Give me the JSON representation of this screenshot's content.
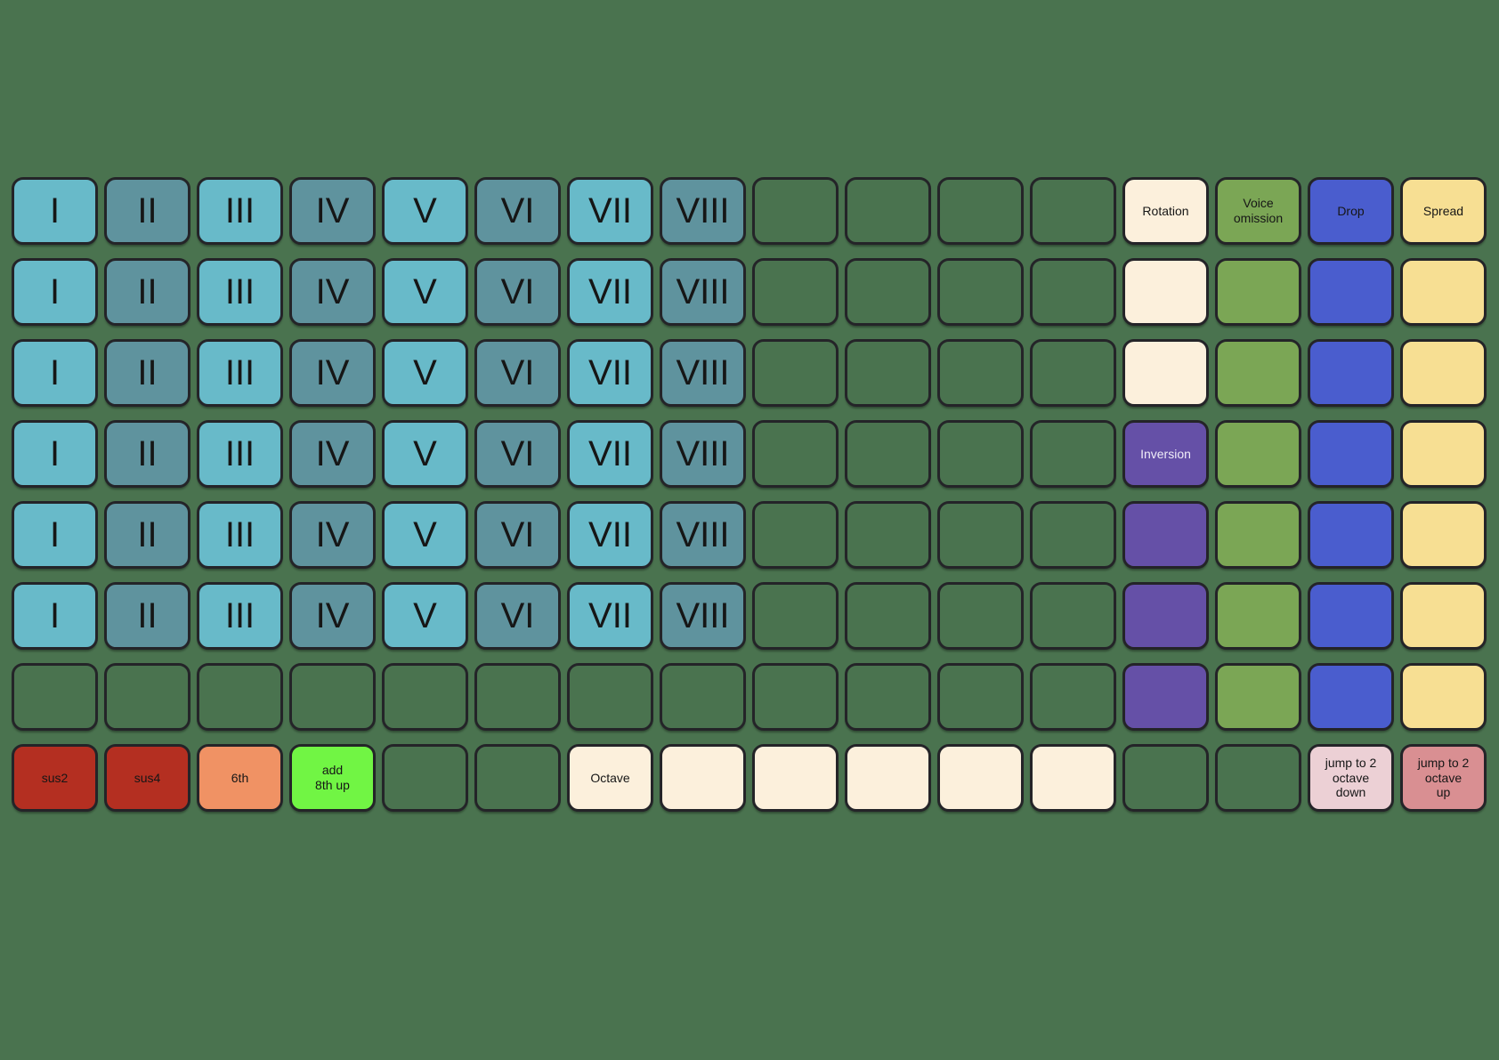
{
  "app": {
    "description": "pad-grid-controller-layout",
    "background_color": "#4a734f",
    "pad_border_color": "#242428",
    "pad_shadow_color": "rgba(0,0,0,0.35)",
    "text_dark": "#161616",
    "text_light": "#f0edf8"
  },
  "colors": {
    "teal_light": "#68bac9",
    "teal_dark": "#5f939e",
    "cream": "#fcf0dc",
    "green": "#7ba655",
    "blue": "#4a5dce",
    "yellow": "#f7df93",
    "purple": "#6550a7",
    "red": "#b42f21",
    "salmon": "#f09264",
    "lime": "#71f544",
    "pink_light": "#ecd0d5",
    "rose": "#d98f92",
    "empty": "transparent"
  },
  "labels": {
    "degree_1": "I",
    "degree_2": "II",
    "degree_3": "III",
    "degree_4": "IV",
    "degree_5": "V",
    "degree_6": "VI",
    "degree_7": "VII",
    "degree_8": "VIII",
    "rotation": "Rotation",
    "voice_omission": "Voice\nomission",
    "drop": "Drop",
    "spread": "Spread",
    "inversion": "Inversion",
    "sus2": "sus2",
    "sus4": "sus4",
    "sixth": "6th",
    "add_8th_up": "add\n8th up",
    "octave": "Octave",
    "jump_2_octave_down": "jump to 2\noctave\ndown",
    "jump_2_octave_up": "jump to 2\noctave\nup"
  },
  "grid": {
    "columns": 16,
    "row_count": 8,
    "rows": [
      [
        {
          "label": "I",
          "color": "teal_light",
          "size": "large"
        },
        {
          "label": "II",
          "color": "teal_dark",
          "size": "large"
        },
        {
          "label": "III",
          "color": "teal_light",
          "size": "large"
        },
        {
          "label": "IV",
          "color": "teal_dark",
          "size": "large"
        },
        {
          "label": "V",
          "color": "teal_light",
          "size": "large"
        },
        {
          "label": "VI",
          "color": "teal_dark",
          "size": "large"
        },
        {
          "label": "VII",
          "color": "teal_light",
          "size": "large"
        },
        {
          "label": "VIII",
          "color": "teal_dark",
          "size": "large"
        },
        {
          "label": "",
          "color": "empty"
        },
        {
          "label": "",
          "color": "empty"
        },
        {
          "label": "",
          "color": "empty"
        },
        {
          "label": "",
          "color": "empty"
        },
        {
          "label": "Rotation",
          "color": "cream",
          "size": "small"
        },
        {
          "label": "Voice\nomission",
          "color": "green",
          "size": "small"
        },
        {
          "label": "Drop",
          "color": "blue",
          "size": "small"
        },
        {
          "label": "Spread",
          "color": "yellow",
          "size": "small"
        }
      ],
      [
        {
          "label": "I",
          "color": "teal_light",
          "size": "large"
        },
        {
          "label": "II",
          "color": "teal_dark",
          "size": "large"
        },
        {
          "label": "III",
          "color": "teal_light",
          "size": "large"
        },
        {
          "label": "IV",
          "color": "teal_dark",
          "size": "large"
        },
        {
          "label": "V",
          "color": "teal_light",
          "size": "large"
        },
        {
          "label": "VI",
          "color": "teal_dark",
          "size": "large"
        },
        {
          "label": "VII",
          "color": "teal_light",
          "size": "large"
        },
        {
          "label": "VIII",
          "color": "teal_dark",
          "size": "large"
        },
        {
          "label": "",
          "color": "empty"
        },
        {
          "label": "",
          "color": "empty"
        },
        {
          "label": "",
          "color": "empty"
        },
        {
          "label": "",
          "color": "empty"
        },
        {
          "label": "",
          "color": "cream"
        },
        {
          "label": "",
          "color": "green"
        },
        {
          "label": "",
          "color": "blue"
        },
        {
          "label": "",
          "color": "yellow"
        }
      ],
      [
        {
          "label": "I",
          "color": "teal_light",
          "size": "large"
        },
        {
          "label": "II",
          "color": "teal_dark",
          "size": "large"
        },
        {
          "label": "III",
          "color": "teal_light",
          "size": "large"
        },
        {
          "label": "IV",
          "color": "teal_dark",
          "size": "large"
        },
        {
          "label": "V",
          "color": "teal_light",
          "size": "large"
        },
        {
          "label": "VI",
          "color": "teal_dark",
          "size": "large"
        },
        {
          "label": "VII",
          "color": "teal_light",
          "size": "large"
        },
        {
          "label": "VIII",
          "color": "teal_dark",
          "size": "large"
        },
        {
          "label": "",
          "color": "empty"
        },
        {
          "label": "",
          "color": "empty"
        },
        {
          "label": "",
          "color": "empty"
        },
        {
          "label": "",
          "color": "empty"
        },
        {
          "label": "",
          "color": "cream"
        },
        {
          "label": "",
          "color": "green"
        },
        {
          "label": "",
          "color": "blue"
        },
        {
          "label": "",
          "color": "yellow"
        }
      ],
      [
        {
          "label": "I",
          "color": "teal_light",
          "size": "large"
        },
        {
          "label": "II",
          "color": "teal_dark",
          "size": "large"
        },
        {
          "label": "III",
          "color": "teal_light",
          "size": "large"
        },
        {
          "label": "IV",
          "color": "teal_dark",
          "size": "large"
        },
        {
          "label": "V",
          "color": "teal_light",
          "size": "large"
        },
        {
          "label": "VI",
          "color": "teal_dark",
          "size": "large"
        },
        {
          "label": "VII",
          "color": "teal_light",
          "size": "large"
        },
        {
          "label": "VIII",
          "color": "teal_dark",
          "size": "large"
        },
        {
          "label": "",
          "color": "empty"
        },
        {
          "label": "",
          "color": "empty"
        },
        {
          "label": "",
          "color": "empty"
        },
        {
          "label": "",
          "color": "empty"
        },
        {
          "label": "Inversion",
          "color": "purple",
          "size": "small",
          "text": "light"
        },
        {
          "label": "",
          "color": "green"
        },
        {
          "label": "",
          "color": "blue"
        },
        {
          "label": "",
          "color": "yellow"
        }
      ],
      [
        {
          "label": "I",
          "color": "teal_light",
          "size": "large"
        },
        {
          "label": "II",
          "color": "teal_dark",
          "size": "large"
        },
        {
          "label": "III",
          "color": "teal_light",
          "size": "large"
        },
        {
          "label": "IV",
          "color": "teal_dark",
          "size": "large"
        },
        {
          "label": "V",
          "color": "teal_light",
          "size": "large"
        },
        {
          "label": "VI",
          "color": "teal_dark",
          "size": "large"
        },
        {
          "label": "VII",
          "color": "teal_light",
          "size": "large"
        },
        {
          "label": "VIII",
          "color": "teal_dark",
          "size": "large"
        },
        {
          "label": "",
          "color": "empty"
        },
        {
          "label": "",
          "color": "empty"
        },
        {
          "label": "",
          "color": "empty"
        },
        {
          "label": "",
          "color": "empty"
        },
        {
          "label": "",
          "color": "purple"
        },
        {
          "label": "",
          "color": "green"
        },
        {
          "label": "",
          "color": "blue"
        },
        {
          "label": "",
          "color": "yellow"
        }
      ],
      [
        {
          "label": "I",
          "color": "teal_light",
          "size": "large"
        },
        {
          "label": "II",
          "color": "teal_dark",
          "size": "large"
        },
        {
          "label": "III",
          "color": "teal_light",
          "size": "large"
        },
        {
          "label": "IV",
          "color": "teal_dark",
          "size": "large"
        },
        {
          "label": "V",
          "color": "teal_light",
          "size": "large"
        },
        {
          "label": "VI",
          "color": "teal_dark",
          "size": "large"
        },
        {
          "label": "VII",
          "color": "teal_light",
          "size": "large"
        },
        {
          "label": "VIII",
          "color": "teal_dark",
          "size": "large"
        },
        {
          "label": "",
          "color": "empty"
        },
        {
          "label": "",
          "color": "empty"
        },
        {
          "label": "",
          "color": "empty"
        },
        {
          "label": "",
          "color": "empty"
        },
        {
          "label": "",
          "color": "purple"
        },
        {
          "label": "",
          "color": "green"
        },
        {
          "label": "",
          "color": "blue"
        },
        {
          "label": "",
          "color": "yellow"
        }
      ],
      [
        {
          "label": "",
          "color": "empty"
        },
        {
          "label": "",
          "color": "empty"
        },
        {
          "label": "",
          "color": "empty"
        },
        {
          "label": "",
          "color": "empty"
        },
        {
          "label": "",
          "color": "empty"
        },
        {
          "label": "",
          "color": "empty"
        },
        {
          "label": "",
          "color": "empty"
        },
        {
          "label": "",
          "color": "empty"
        },
        {
          "label": "",
          "color": "empty"
        },
        {
          "label": "",
          "color": "empty"
        },
        {
          "label": "",
          "color": "empty"
        },
        {
          "label": "",
          "color": "empty"
        },
        {
          "label": "",
          "color": "purple"
        },
        {
          "label": "",
          "color": "green"
        },
        {
          "label": "",
          "color": "blue"
        },
        {
          "label": "",
          "color": "yellow"
        }
      ],
      [
        {
          "label": "sus2",
          "color": "red",
          "size": "small"
        },
        {
          "label": "sus4",
          "color": "red",
          "size": "small"
        },
        {
          "label": "6th",
          "color": "salmon",
          "size": "small"
        },
        {
          "label": "add\n8th up",
          "color": "lime",
          "size": "small"
        },
        {
          "label": "",
          "color": "empty"
        },
        {
          "label": "",
          "color": "empty"
        },
        {
          "label": "Octave",
          "color": "cream",
          "size": "small"
        },
        {
          "label": "",
          "color": "cream"
        },
        {
          "label": "",
          "color": "cream"
        },
        {
          "label": "",
          "color": "cream"
        },
        {
          "label": "",
          "color": "cream"
        },
        {
          "label": "",
          "color": "cream"
        },
        {
          "label": "",
          "color": "empty"
        },
        {
          "label": "",
          "color": "empty"
        },
        {
          "label": "jump to 2\noctave\ndown",
          "color": "pink_light",
          "size": "small"
        },
        {
          "label": "jump to 2\noctave\nup",
          "color": "rose",
          "size": "small"
        }
      ]
    ]
  }
}
